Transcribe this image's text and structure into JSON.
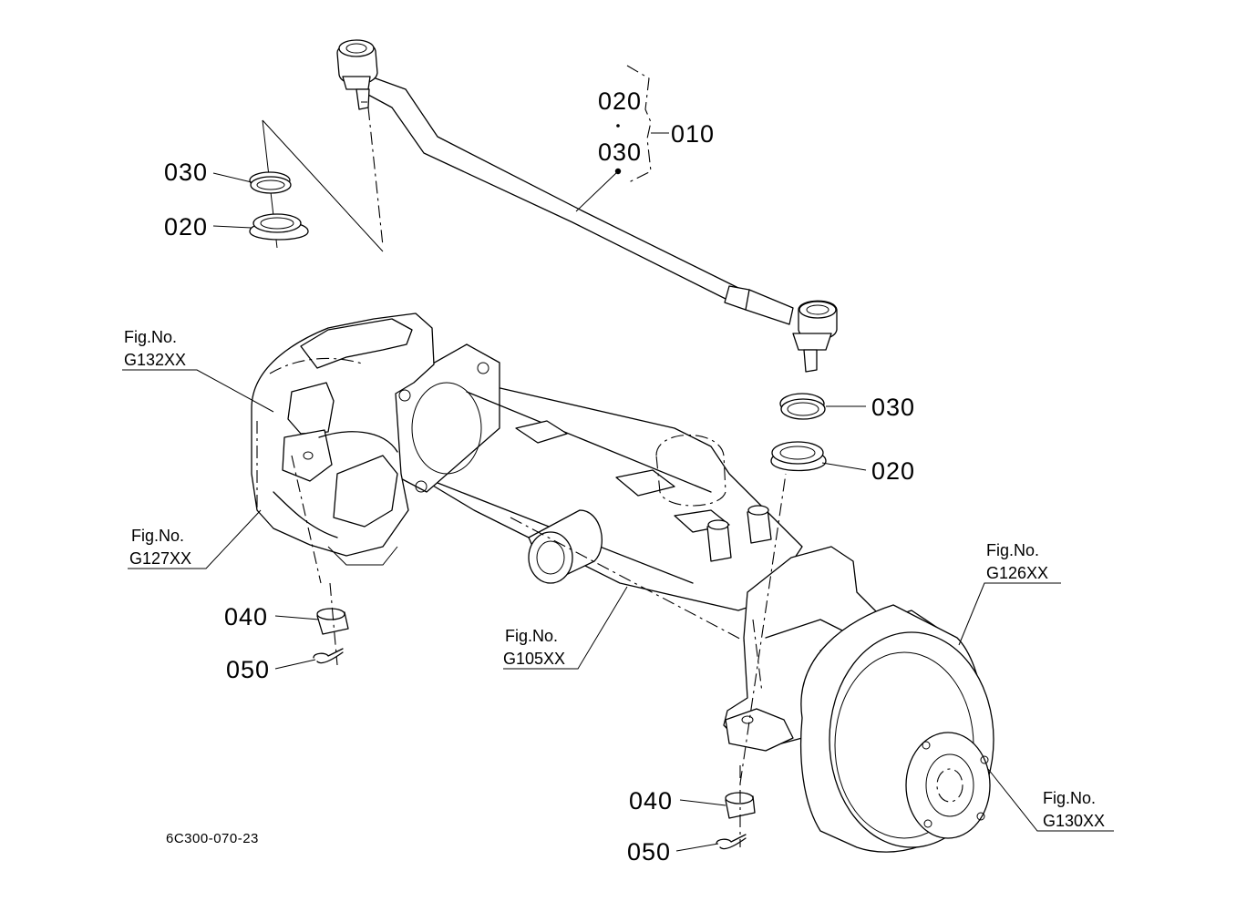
{
  "drawing_code": "6C300-070-23",
  "callouts": {
    "group_020": "020",
    "group_030": "030",
    "group_010": "010",
    "left_030": "030",
    "left_020": "020",
    "right_030": "030",
    "right_020": "020",
    "left_040": "040",
    "left_050": "050",
    "right_040": "040",
    "right_050": "050"
  },
  "figure_refs": {
    "g132": {
      "line1": "Fig.No.",
      "line2": "G132XX"
    },
    "g127": {
      "line1": "Fig.No.",
      "line2": "G127XX"
    },
    "g105": {
      "line1": "Fig.No.",
      "line2": "G105XX"
    },
    "g126": {
      "line1": "Fig.No.",
      "line2": "G126XX"
    },
    "g130": {
      "line1": "Fig.No.",
      "line2": "G130XX"
    }
  },
  "icons": {
    "tie_rod": "tie-rod-assembly",
    "tie_rod_end": "ball-joint",
    "dust_seal": "dust-seal-ring",
    "snap_ring": "snap-ring",
    "nut": "castle-nut",
    "cotter_pin": "cotter-pin",
    "axle_case": "front-axle-case",
    "gear_case_left": "left-final-gear-case",
    "gear_case_right": "right-final-gear-case",
    "hub": "wheel-hub"
  },
  "colors": {
    "line": "#000000",
    "background": "#ffffff"
  }
}
